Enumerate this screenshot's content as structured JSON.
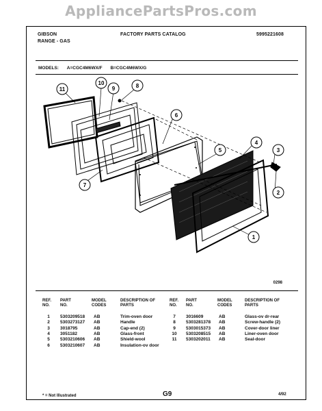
{
  "watermark": "AppliancePartsPros.com",
  "header": {
    "brand": "GIBSON",
    "range": "RANGE - GAS",
    "catalog": "FACTORY PARTS CATALOG",
    "part_number": "5995221608"
  },
  "models": {
    "label": "MODELS:",
    "a": "A=CGC4M6WX/F",
    "b": "B=CGC4M6WX/G"
  },
  "diagram": {
    "callouts": [
      "1",
      "2",
      "3",
      "4",
      "5",
      "6",
      "7",
      "8",
      "9",
      "10",
      "11"
    ],
    "figure_code": "0298"
  },
  "table": {
    "headers": {
      "ref": "REF. NO.",
      "part": "PART NO.",
      "codes": "MODEL CODES",
      "desc": "DESCRIPTION OF PARTS"
    },
    "left": [
      {
        "ref": "1",
        "part": "5303209518",
        "code": "AB",
        "desc": "Trim-oven door"
      },
      {
        "ref": "2",
        "part": "5303273127",
        "code": "AB",
        "desc": "Handle"
      },
      {
        "ref": "3",
        "part": "3018795",
        "code": "AB",
        "desc": "Cap-end (2)"
      },
      {
        "ref": "4",
        "part": "3051182",
        "code": "AB",
        "desc": "Glass-front"
      },
      {
        "ref": "5",
        "part": "5303210606",
        "code": "AB",
        "desc": "Shield-wool"
      },
      {
        "ref": "6",
        "part": "5303210607",
        "code": "AB",
        "desc": "Insulation-ov door"
      }
    ],
    "right": [
      {
        "ref": "7",
        "part": "3016609",
        "code": "AB",
        "desc": "Glass-ov dr-rear"
      },
      {
        "ref": "8",
        "part": "5303281378",
        "code": "AB",
        "desc": "Screw-handle (2)"
      },
      {
        "ref": "9",
        "part": "5303015373",
        "code": "AB",
        "desc": "Cover-door liner"
      },
      {
        "ref": "10",
        "part": "5303208515",
        "code": "AB",
        "desc": "Liner-oven door"
      },
      {
        "ref": "11",
        "part": "5303202011",
        "code": "AB",
        "desc": "Seal-door"
      }
    ]
  },
  "footer": {
    "note": "* = Not Illustrated",
    "page": "G9",
    "date": "4/92"
  }
}
